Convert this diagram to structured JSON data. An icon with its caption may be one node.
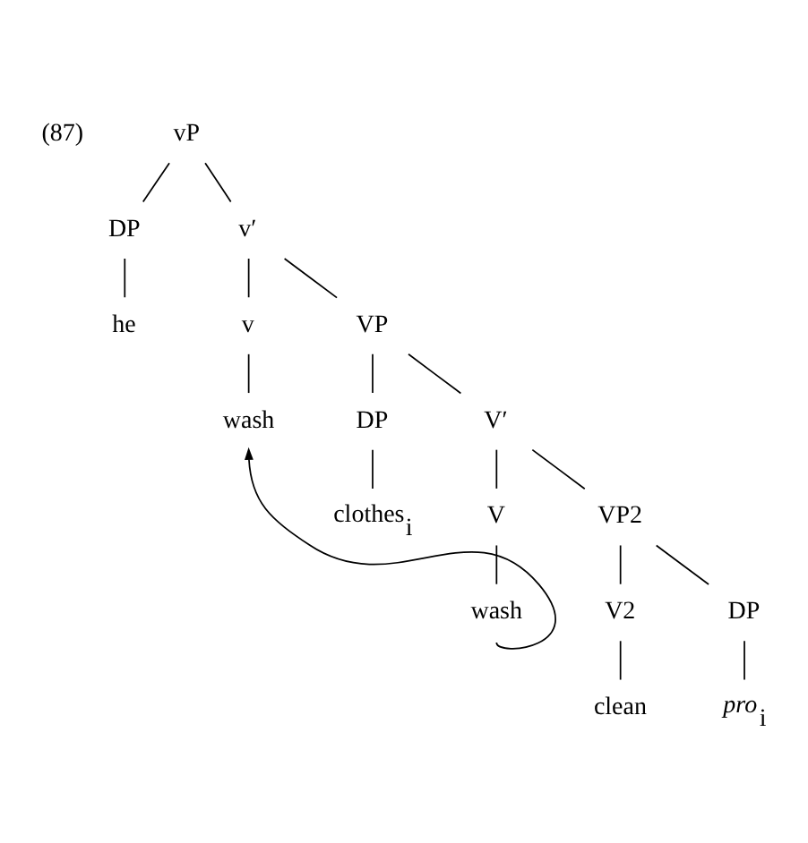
{
  "diagram": {
    "nodes": [
      {
        "text": [
          "vP"
        ]
      },
      {
        "text": [
          "DP"
        ]
      },
      {
        "text": [
          "he"
        ]
      },
      {
        "text": [
          "v′"
        ]
      },
      {
        "text": [
          "v"
        ]
      },
      {
        "text": [
          "wash"
        ]
      },
      {
        "text": [
          "VP"
        ]
      },
      {
        "text": [
          "DP"
        ]
      },
      {
        "text": [
          "clothes$_{i}$"
        ]
      },
      {
        "text": [
          "V′"
        ]
      },
      {
        "text": [
          "V"
        ]
      },
      {
        "text": [
          "wash"
        ]
      },
      {
        "text": [
          "VP2"
        ]
      },
      {
        "text": [
          "V2"
        ]
      },
      {
        "text": [
          "DP"
        ]
      },
      {
        "text": [
          "clean"
        ]
      },
      {
        "text": [
          "*pro*$_{i}$"
        ]
      }
    ],
    "edges": [
      {
        "from": 0,
        "to": 1,
        "arrow": "none"
      },
      {
        "from": 0,
        "to": 3,
        "arrow": "none"
      },
      {
        "from": 1,
        "to": 2,
        "arrow": "none"
      },
      {
        "from": 3,
        "to": 4,
        "arrow": "none"
      },
      {
        "from": 3,
        "to": 6,
        "arrow": "none"
      },
      {
        "from": 4,
        "to": 5,
        "arrow": "none"
      },
      {
        "from": 6,
        "to": 7,
        "arrow": "none"
      },
      {
        "from": 6,
        "to": 9,
        "arrow": "none"
      },
      {
        "from": 7,
        "to": 8,
        "arrow": "none"
      },
      {
        "from": 9,
        "to": 10,
        "arrow": "none"
      },
      {
        "from": 9,
        "to": 12,
        "arrow": "none"
      },
      {
        "from": 10,
        "to": 11,
        "arrow": "none"
      },
      {
        "from": 12,
        "to": 13,
        "arrow": "none"
      },
      {
        "from": 12,
        "to": 14,
        "arrow": "none"
      },
      {
        "from": 13,
        "to": 15,
        "arrow": "none"
      },
      {
        "from": 14,
        "to": 16,
        "arrow": "none"
      },
      {
        "from": 11,
        "to": 5,
        "arrow": "to"
      }
    ],
    "labels": [
      "(87)"
    ]
  }
}
